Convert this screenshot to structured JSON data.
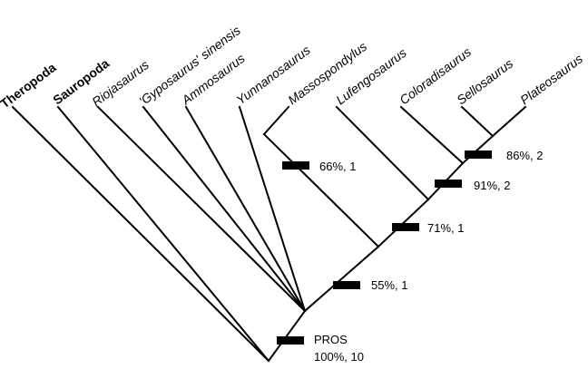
{
  "taxa": [
    {
      "id": "theropoda",
      "label": "Theropoda",
      "bold": true
    },
    {
      "id": "sauropoda",
      "label": "Sauropoda",
      "bold": true
    },
    {
      "id": "riojasaurus",
      "label": "Riojasaurus",
      "bold": false
    },
    {
      "id": "gyposaurus",
      "label": "'Gyposaurus' sinensis",
      "bold": false
    },
    {
      "id": "ammosaurus",
      "label": "Ammosaurus",
      "bold": false
    },
    {
      "id": "yunnanosaurus",
      "label": "Yunnanosaurus",
      "bold": false
    },
    {
      "id": "massospondylus",
      "label": "Massospondylus",
      "bold": false
    },
    {
      "id": "lufengosaurus",
      "label": "Lufengosaurus",
      "bold": false
    },
    {
      "id": "coloradisaurus",
      "label": "Coloradisaurus",
      "bold": false
    },
    {
      "id": "sellosaurus",
      "label": "Sellosaurus",
      "bold": false
    },
    {
      "id": "plateosaurus",
      "label": "Plateosaurus",
      "bold": false
    }
  ],
  "nodes": {
    "prosauropoda": {
      "name": "PROS",
      "support": "100%, 10"
    },
    "node_55": {
      "support": "55%, 1"
    },
    "node_71": {
      "support": "71%, 1"
    },
    "node_91": {
      "support": "91%, 2"
    },
    "node_86": {
      "support": "86%, 2"
    },
    "node_66": {
      "support": "66%, 1"
    }
  }
}
